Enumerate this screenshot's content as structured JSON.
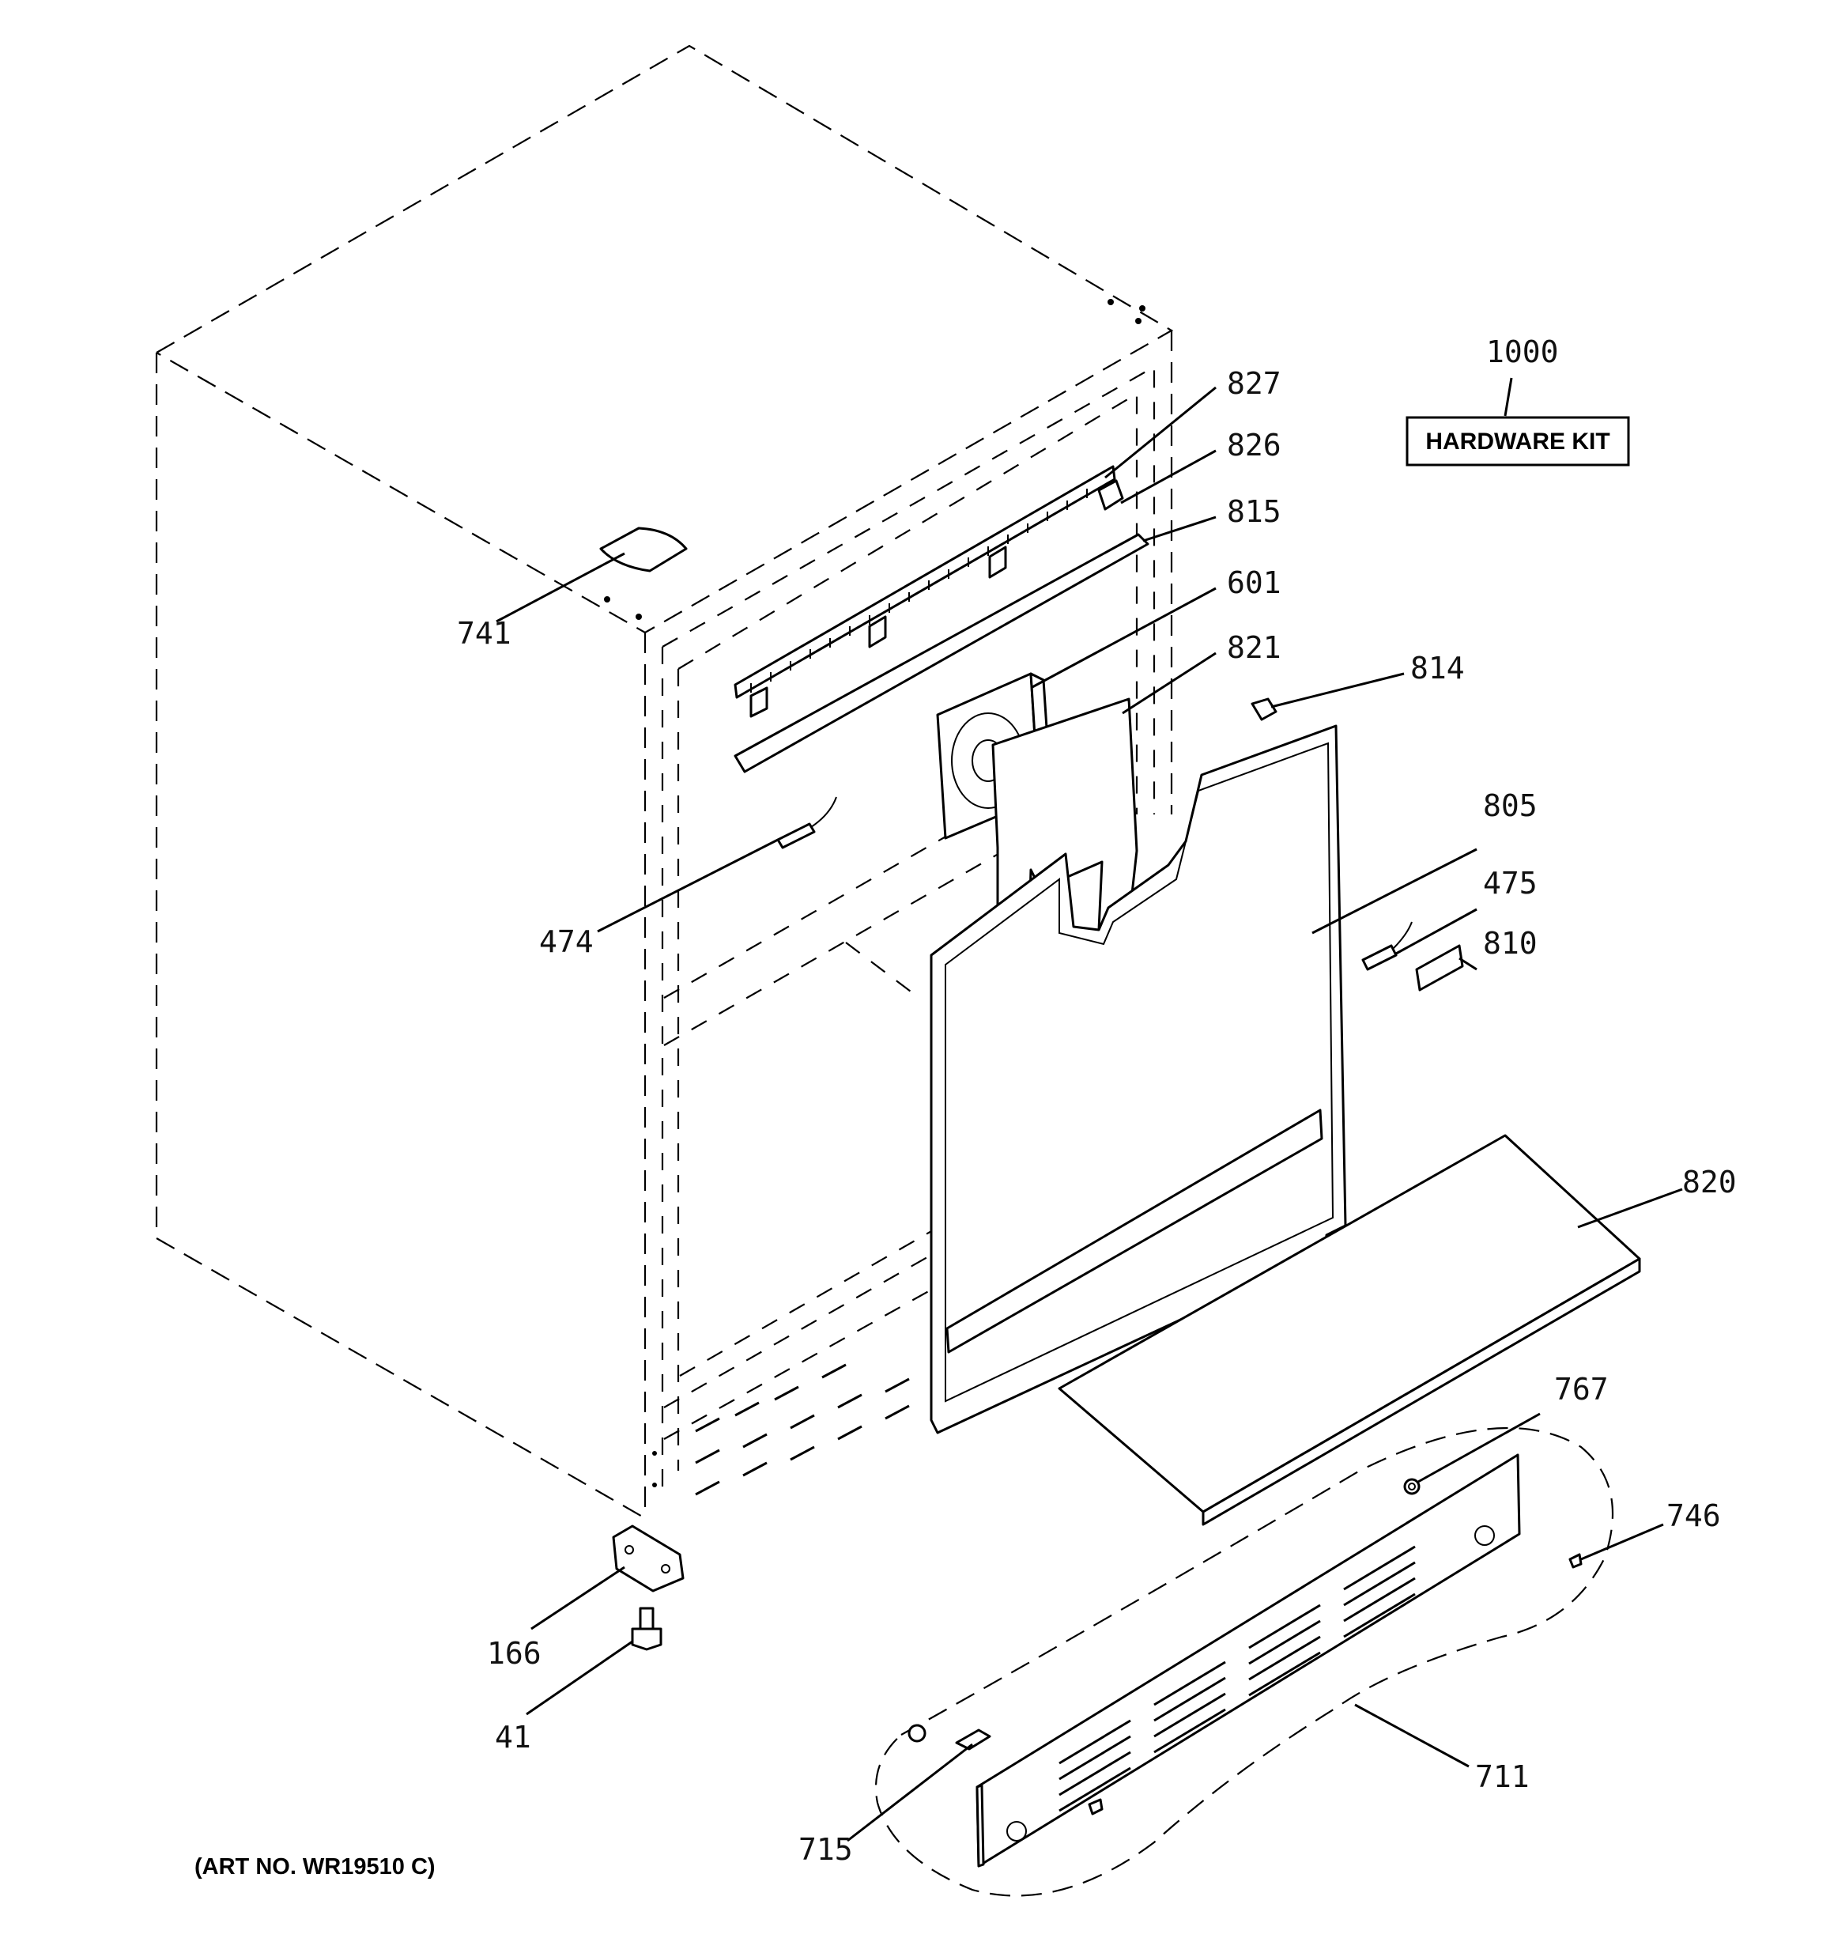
{
  "title": "",
  "art_number": "(ART NO. WR19510 C)",
  "hardware_kit": {
    "number": "1000",
    "label": "HARDWARE KIT"
  },
  "callouts": {
    "p827": "827",
    "p826": "826",
    "p815": "815",
    "p601": "601",
    "p821": "821",
    "p814": "814",
    "p741": "741",
    "p805": "805",
    "p475": "475",
    "p810": "810",
    "p474": "474",
    "p820": "820",
    "p767": "767",
    "p746": "746",
    "p166": "166",
    "p41": "41",
    "p711": "711",
    "p715": "715"
  }
}
